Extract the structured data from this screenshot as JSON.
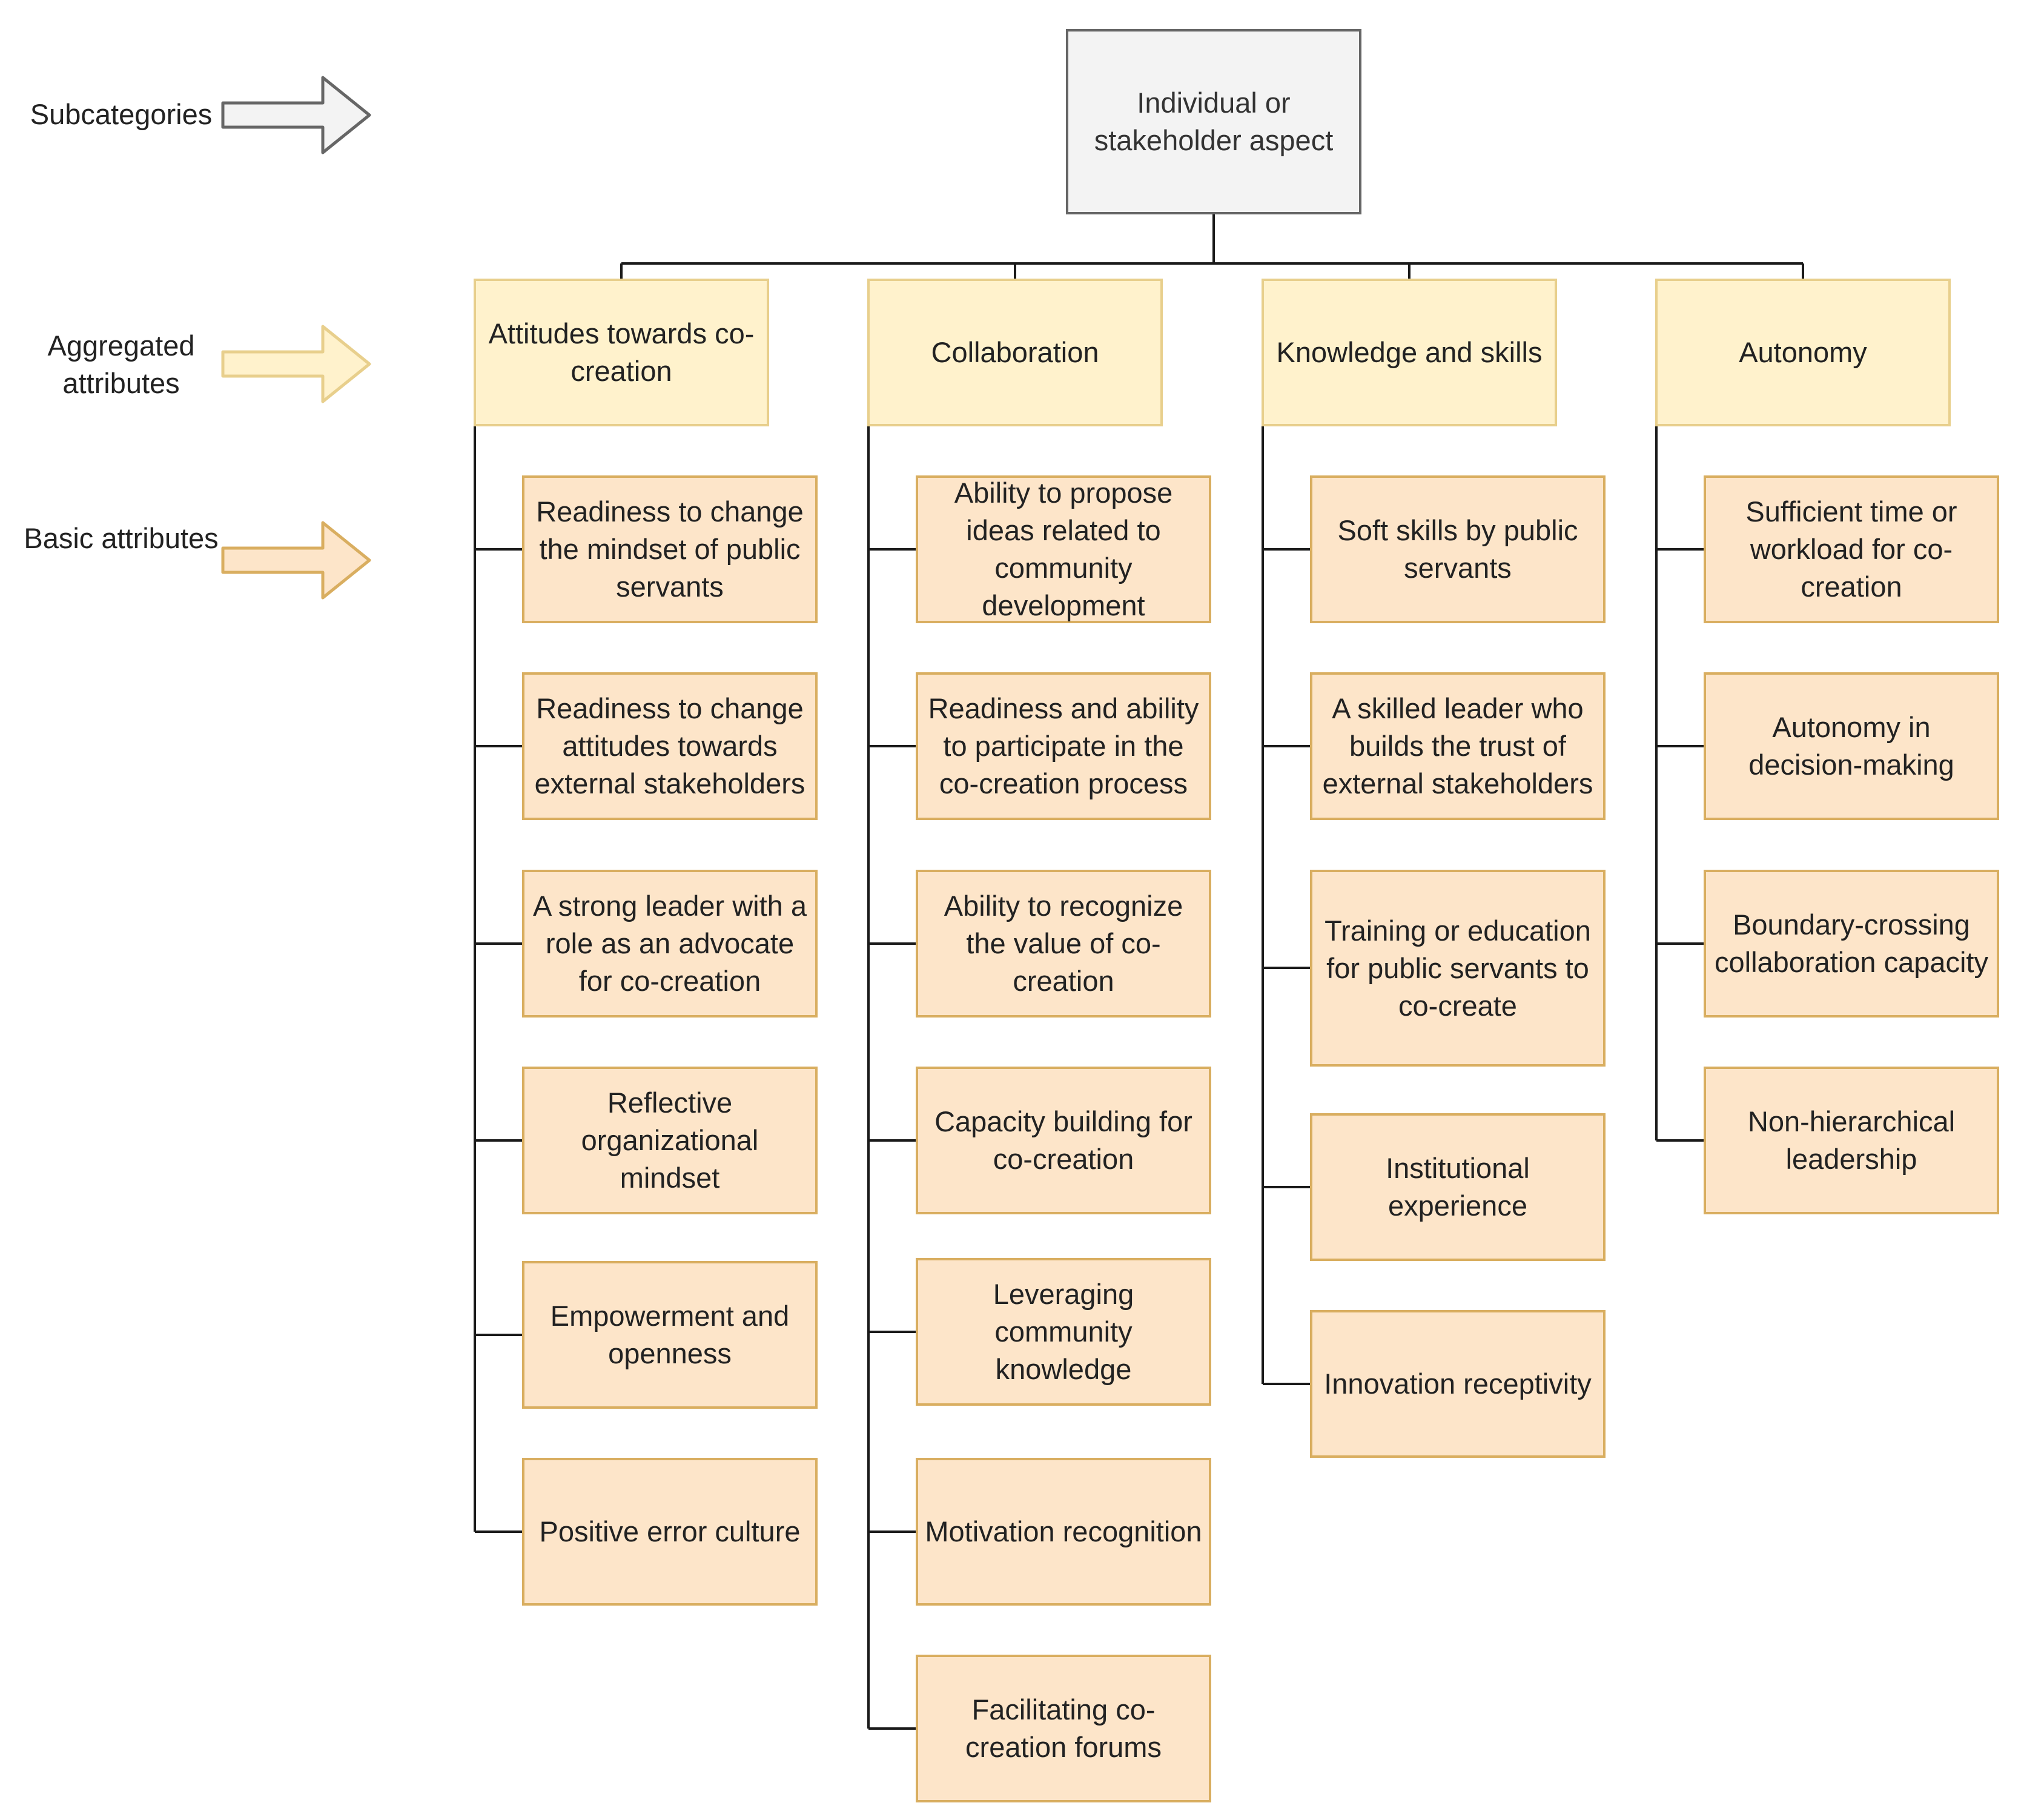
{
  "legend": [
    {
      "label": "Subcategories",
      "fill": "#f3f3f3",
      "stroke": "#666666"
    },
    {
      "label": "Aggregated attributes",
      "fill": "#fff2cc",
      "stroke": "#e8cf8c"
    },
    {
      "label": "Basic attributes",
      "fill": "#fde5c9",
      "stroke": "#d9ae60"
    }
  ],
  "root": {
    "label": "Individual or stakeholder aspect"
  },
  "categories": [
    {
      "label": "Attitudes towards co-creation",
      "items": [
        "Readiness to change the mindset of public servants",
        "Readiness to change attitudes towards external stakeholders",
        "A strong leader with a role as an advocate for co-creation",
        "Reflective organizational mindset",
        "Empowerment and openness",
        "Positive error culture"
      ]
    },
    {
      "label": "Collaboration",
      "items": [
        "Ability to propose ideas related to community development",
        "Readiness and ability to participate in the co-creation process",
        "Ability to recognize the value of co-creation",
        "Capacity building for co-creation",
        "Leveraging community knowledge",
        "Motivation recognition",
        "Facilitating co-creation forums"
      ]
    },
    {
      "label": "Knowledge and skills",
      "items": [
        "Soft skills by public servants",
        "A skilled leader who builds the trust of external stakeholders",
        "Training or education for public servants to co-create",
        "Institutional experience",
        "Innovation receptivity"
      ]
    },
    {
      "label": "Autonomy",
      "items": [
        "Sufficient time or workload for co-creation",
        "Autonomy in decision-making",
        "Boundary-crossing collaboration capacity",
        "Non-hierarchical leadership"
      ]
    }
  ]
}
